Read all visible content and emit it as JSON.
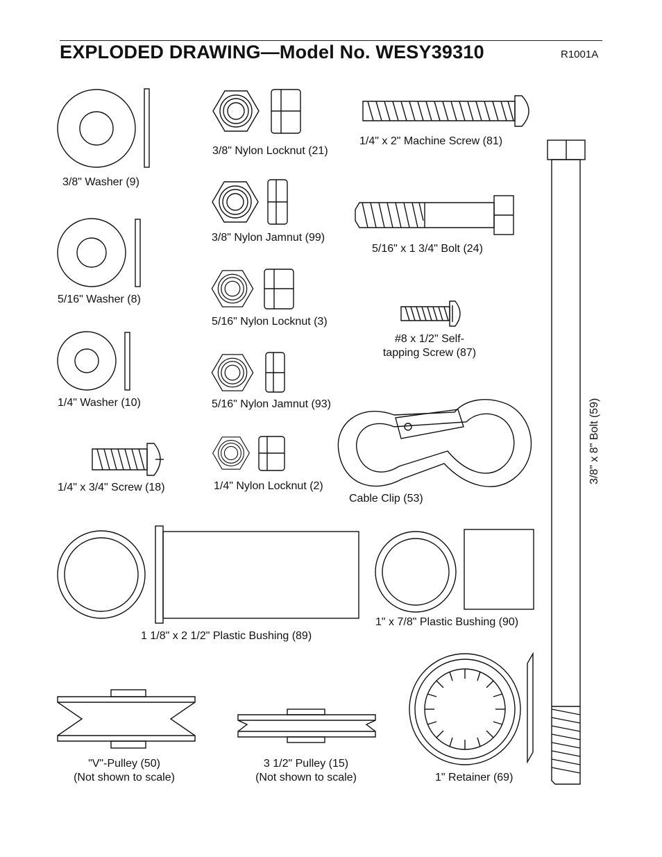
{
  "header": {
    "title": "EXPLODED DRAWING—Model No. WESY39310",
    "code": "R1001A"
  },
  "parts": {
    "washer_9": "3/8\" Washer (9)",
    "washer_8": "5/16\" Washer (8)",
    "washer_10": "1/4\" Washer (10)",
    "screw_18": "1/4\" x 3/4\" Screw (18)",
    "locknut_21": "3/8\" Nylon Locknut (21)",
    "jamnut_99": "3/8\" Nylon Jamnut (99)",
    "locknut_3": "5/16\" Nylon Locknut (3)",
    "jamnut_93": "5/16\" Nylon Jamnut (93)",
    "locknut_2": "1/4\" Nylon Locknut (2)",
    "machine_screw_81": "1/4\" x 2\" Machine Screw (81)",
    "bolt_24": "5/16\" x 1 3/4\" Bolt (24)",
    "screw_87_line1": "#8 x 1/2\" Self-",
    "screw_87_line2": "tapping Screw (87)",
    "cable_clip_53": "Cable Clip (53)",
    "bolt_59": "3/8\" x 8\" Bolt (59)",
    "bushing_89": "1 1/8\" x 2 1/2\" Plastic Bushing (89)",
    "bushing_90": "1\" x 7/8\" Plastic Bushing (90)",
    "pulley_50_line1": "\"V\"-Pulley (50)",
    "pulley_50_line2": "(Not shown to scale)",
    "pulley_15_line1": "3 1/2\" Pulley (15)",
    "pulley_15_line2": "(Not shown to scale)",
    "retainer_69": "1\" Retainer (69)"
  }
}
